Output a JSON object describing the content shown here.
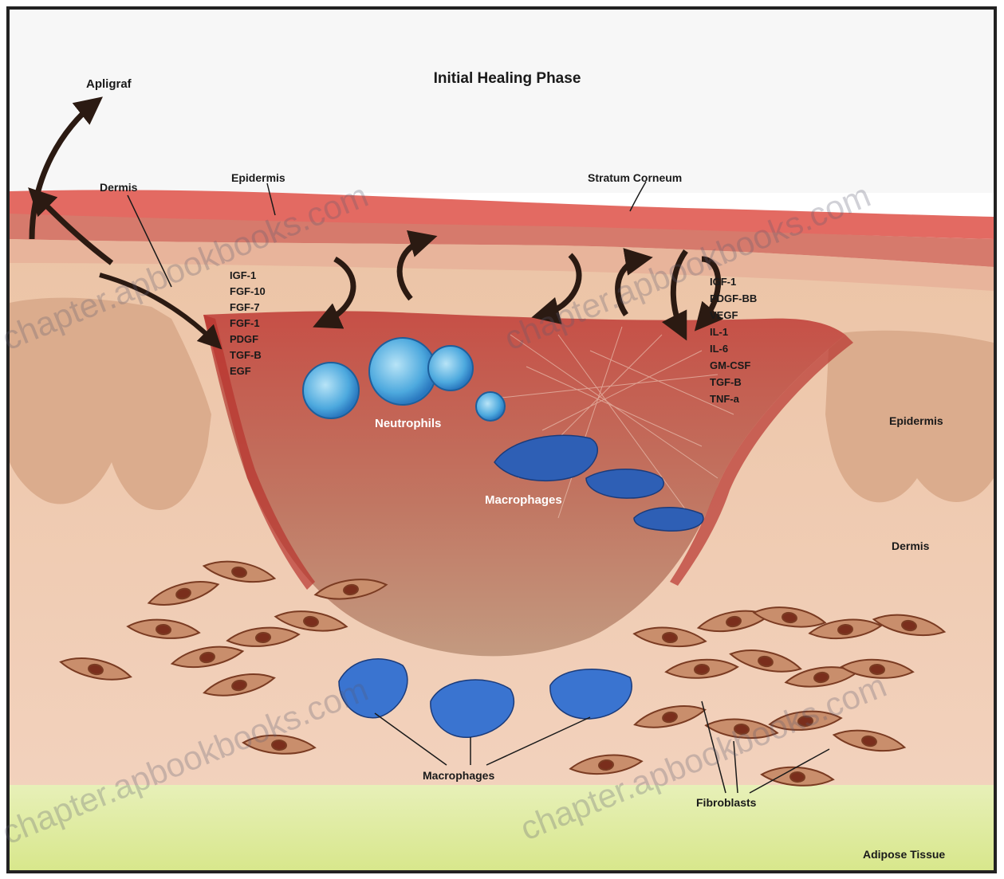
{
  "diagram": {
    "title": "Initial Healing Phase",
    "labels": {
      "apligraf": "Apligraf",
      "dermis_top": "Dermis",
      "epidermis_top": "Epidermis",
      "stratum_corneum": "Stratum Corneum",
      "neutrophils": "Neutrophils",
      "macrophages_mid": "Macrophages",
      "epidermis_right": "Epidermis",
      "dermis_right": "Dermis",
      "macrophages_bottom": "Macrophages",
      "fibroblasts": "Fibroblasts",
      "adipose_tissue": "Adipose Tissue"
    },
    "factors_left": [
      "IGF-1",
      "FGF-10",
      "FGF-7",
      "FGF-1",
      "PDGF",
      "TGF-B",
      "EGF"
    ],
    "factors_right": [
      "IGF-1",
      "PDGF-BB",
      "VEGF",
      "IL-1",
      "IL-6",
      "GM-CSF",
      "TGF-B",
      "TNF-a"
    ],
    "watermark": "chapter.apbookbooks.com"
  }
}
